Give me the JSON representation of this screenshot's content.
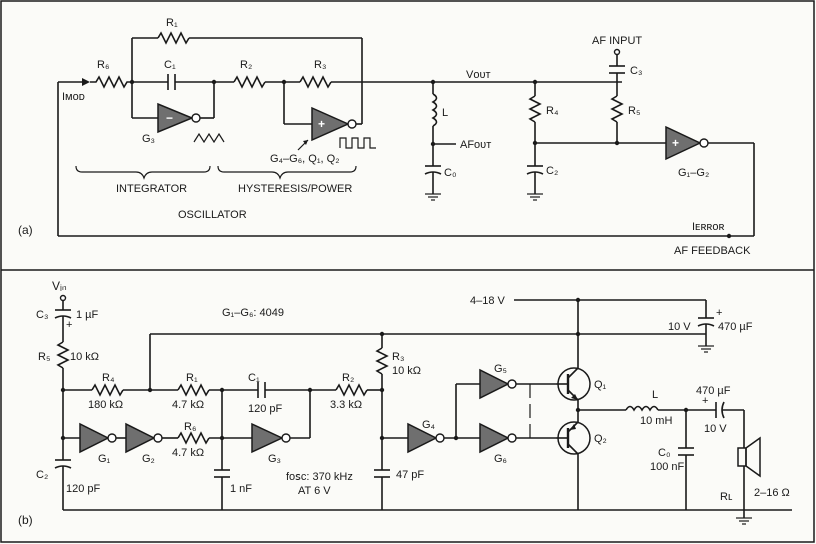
{
  "colors": {
    "ink": "#1a1a1a",
    "gate_fill": "#6f6f6f",
    "paper": "#fbfbf8"
  },
  "a": {
    "panel_label": "(a)",
    "r1": "R₁",
    "r6": "R₆",
    "c1": "C₁",
    "r2": "R₂",
    "r3": "R₃",
    "imod": "Iᴍᴏᴅ",
    "g3": "G₃",
    "g3_sign": "−",
    "hyst_sign": "+",
    "g4_label": "G₄–G₆, Q₁, Q₂",
    "integrator": "INTEGRATOR",
    "hysteresis": "HYSTERESIS/POWER",
    "oscillator": "OSCILLATOR",
    "vout": "Vᴏᴜᴛ",
    "l": "L",
    "afout": "AFᴏᴜᴛ",
    "c0": "C₀",
    "r4": "R₄",
    "c2": "C₂",
    "af_input": "AF INPUT",
    "c3": "C₃",
    "r5": "R₅",
    "g1g2_sign": "+",
    "g1g2": "G₁–G₂",
    "ierror": "Iᴇʀʀᴏʀ",
    "af_feedback": "AF FEEDBACK"
  },
  "b": {
    "panel_label": "(b)",
    "vin": "Vᵢₙ",
    "c3": "C₃",
    "c3_val": "1 µF",
    "c3_plus": "+",
    "r5": "R₅",
    "r5_val": "10 kΩ",
    "gates_note": "G₁–G₆: 4049",
    "r4": "R₄",
    "r4_val": "180 kΩ",
    "r1": "R₁",
    "r1_val": "4.7 kΩ",
    "c1": "C₁",
    "c1_val": "120 pF",
    "r2": "R₂",
    "r2_val": "3.3 kΩ",
    "r3": "R₃",
    "r3_val": "10 kΩ",
    "g1": "G₁",
    "g2": "G₂",
    "r6": "R₆",
    "r6_val": "4.7 kΩ",
    "g3": "G₃",
    "c2": "C₂",
    "c2_val": "120 pF",
    "c_1nf": "1 nF",
    "fosc": "fᴏꜱᴄ: 370 kHz",
    "at6v": "AT 6 V",
    "c_47pf": "47 pF",
    "g4": "G₄",
    "g5": "G₅",
    "g6": "G₆",
    "supply": "4–18 V",
    "q1": "Q₁",
    "q2": "Q₂",
    "cap_10v_470": "10 V",
    "cap_470_val": "470 µF",
    "cap_plus": "+",
    "l": "L",
    "l_val": "10 mH",
    "c0": "C₀",
    "c0_val": "100 nF",
    "out_cap_val": "470 µF",
    "out_cap_v": "10 V",
    "out_cap_plus": "+",
    "rl": "Rʟ",
    "rl_val": "2–16 Ω"
  }
}
